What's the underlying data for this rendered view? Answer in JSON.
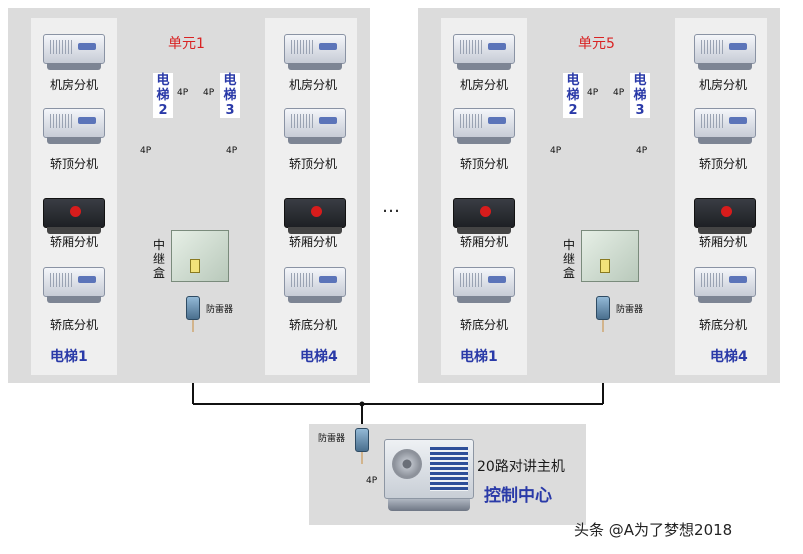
{
  "units": [
    {
      "title": "单元1",
      "elevators": [
        {
          "name": "电梯1",
          "stations": [
            "机房分机",
            "轿顶分机",
            "轿厢分机",
            "轿底分机"
          ]
        },
        {
          "name": "电梯4",
          "stations": [
            "机房分机",
            "轿顶分机",
            "轿厢分机",
            "轿底分机"
          ]
        }
      ],
      "middle_labels": [
        "电梯2",
        "电梯3"
      ],
      "relay_box": "中继盒",
      "arrester": "防雷器",
      "wire_tag": "4P"
    },
    {
      "title": "单元5",
      "elevators": [
        {
          "name": "电梯1",
          "stations": [
            "机房分机",
            "轿顶分机",
            "轿厢分机",
            "轿底分机"
          ]
        },
        {
          "name": "电梯4",
          "stations": [
            "机房分机",
            "轿顶分机",
            "轿厢分机",
            "轿底分机"
          ]
        }
      ],
      "middle_labels": [
        "电梯2",
        "电梯3"
      ],
      "relay_box": "中继盒",
      "arrester": "防雷器",
      "wire_tag": "4P"
    }
  ],
  "ellipsis": "…",
  "control": {
    "arrester": "防雷器",
    "wire_tag": "4P",
    "host_title": "20路对讲主机",
    "host_subtitle": "控制中心"
  },
  "watermark": "头条 @A为了梦想2018"
}
